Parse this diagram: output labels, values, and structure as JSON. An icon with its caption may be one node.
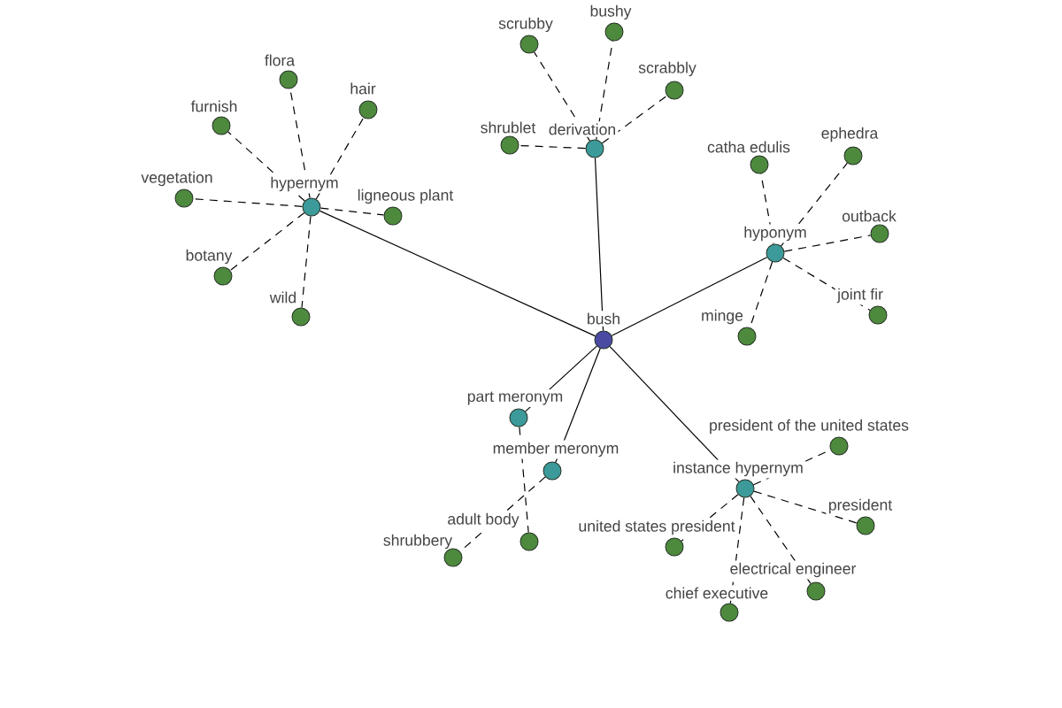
{
  "diagram": {
    "nodes": [
      {
        "text": [
          "bush"
        ]
      },
      {
        "text": [
          "hypernym"
        ]
      },
      {
        "text": [
          "flora"
        ]
      },
      {
        "text": [
          "hair"
        ]
      },
      {
        "text": [
          "furnish"
        ]
      },
      {
        "text": [
          "vegetation"
        ]
      },
      {
        "text": [
          "ligneous plant"
        ]
      },
      {
        "text": [
          "botany"
        ]
      },
      {
        "text": [
          "wild"
        ]
      },
      {
        "text": [
          "derivation"
        ]
      },
      {
        "text": [
          "scrubby"
        ]
      },
      {
        "text": [
          "bushy"
        ]
      },
      {
        "text": [
          "scrabbly"
        ]
      },
      {
        "text": [
          "shrublet"
        ]
      },
      {
        "text": [
          "hyponym"
        ]
      },
      {
        "text": [
          "catha edulis"
        ]
      },
      {
        "text": [
          "ephedra"
        ]
      },
      {
        "text": [
          "outback"
        ]
      },
      {
        "text": [
          "joint fir"
        ]
      },
      {
        "text": [
          "minge"
        ]
      },
      {
        "text": [
          "part meronym"
        ]
      },
      {
        "text": [
          "adult body"
        ]
      },
      {
        "text": [
          "member meronym"
        ]
      },
      {
        "text": [
          "shrubbery"
        ]
      },
      {
        "text": [
          "instance hypernym"
        ]
      },
      {
        "text": [
          "president of the united states"
        ]
      },
      {
        "text": [
          "president"
        ]
      },
      {
        "text": [
          "united states president"
        ]
      },
      {
        "text": [
          "electrical engineer"
        ]
      },
      {
        "text": [
          "chief executive"
        ]
      }
    ],
    "edges": [
      {
        "from": 0,
        "to": 1,
        "arrow": "none"
      },
      {
        "from": 0,
        "to": 9,
        "arrow": "none"
      },
      {
        "from": 0,
        "to": 14,
        "arrow": "none"
      },
      {
        "from": 0,
        "to": 20,
        "arrow": "none"
      },
      {
        "from": 0,
        "to": 22,
        "arrow": "none"
      },
      {
        "from": 0,
        "to": 24,
        "arrow": "none"
      },
      {
        "from": 1,
        "to": 2,
        "arrow": "none",
        "style": "dashed"
      },
      {
        "from": 1,
        "to": 3,
        "arrow": "none",
        "style": "dashed"
      },
      {
        "from": 1,
        "to": 4,
        "arrow": "none",
        "style": "dashed"
      },
      {
        "from": 1,
        "to": 5,
        "arrow": "none",
        "style": "dashed"
      },
      {
        "from": 1,
        "to": 6,
        "arrow": "none",
        "style": "dashed"
      },
      {
        "from": 1,
        "to": 7,
        "arrow": "none",
        "style": "dashed"
      },
      {
        "from": 1,
        "to": 8,
        "arrow": "none",
        "style": "dashed"
      },
      {
        "from": 9,
        "to": 10,
        "arrow": "none",
        "style": "dashed"
      },
      {
        "from": 9,
        "to": 11,
        "arrow": "none",
        "style": "dashed"
      },
      {
        "from": 9,
        "to": 12,
        "arrow": "none",
        "style": "dashed"
      },
      {
        "from": 9,
        "to": 13,
        "arrow": "none",
        "style": "dashed"
      },
      {
        "from": 14,
        "to": 15,
        "arrow": "none",
        "style": "dashed"
      },
      {
        "from": 14,
        "to": 16,
        "arrow": "none",
        "style": "dashed"
      },
      {
        "from": 14,
        "to": 17,
        "arrow": "none",
        "style": "dashed"
      },
      {
        "from": 14,
        "to": 18,
        "arrow": "none",
        "style": "dashed"
      },
      {
        "from": 14,
        "to": 19,
        "arrow": "none",
        "style": "dashed"
      },
      {
        "from": 20,
        "to": 21,
        "arrow": "none",
        "style": "dashed"
      },
      {
        "from": 22,
        "to": 23,
        "arrow": "none",
        "style": "dashed"
      },
      {
        "from": 24,
        "to": 25,
        "arrow": "none",
        "style": "dashed"
      },
      {
        "from": 24,
        "to": 26,
        "arrow": "none",
        "style": "dashed"
      },
      {
        "from": 24,
        "to": 27,
        "arrow": "none",
        "style": "dashed"
      },
      {
        "from": 24,
        "to": 28,
        "arrow": "none",
        "style": "dashed"
      },
      {
        "from": 24,
        "to": 29,
        "arrow": "none",
        "style": "dashed"
      }
    ]
  }
}
